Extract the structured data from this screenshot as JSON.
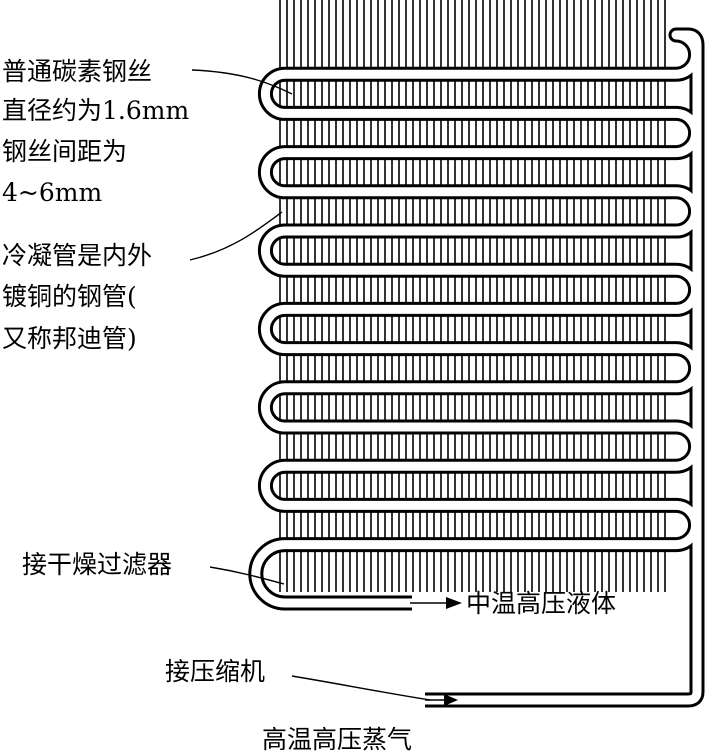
{
  "labels": {
    "wire_material": "普通碳素钢丝",
    "wire_diameter": "直径约为1.6mm",
    "wire_spacing_1": "钢丝间距为",
    "wire_spacing_2": "4~6mm",
    "tube_desc_1": "冷凝管是内外",
    "tube_desc_2": "镀铜的钢管(",
    "tube_desc_3": "又称邦迪管)",
    "filter_connect": "接干燥过滤器",
    "outlet_liquid": "中温高压液体",
    "compressor_connect": "接压缩机",
    "inlet_vapor": "高温高压蒸气"
  },
  "colors": {
    "ink": "#000000",
    "background": "#ffffff"
  }
}
